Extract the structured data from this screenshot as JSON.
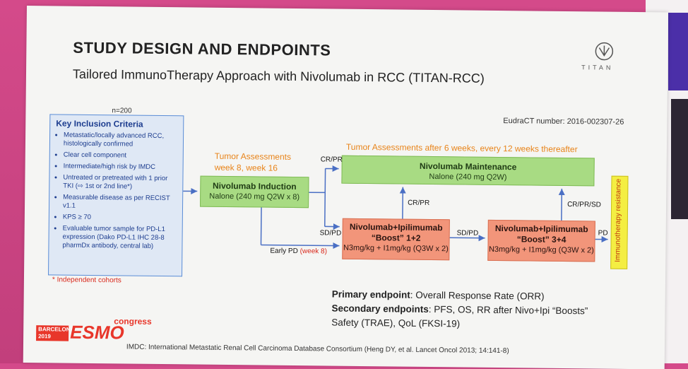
{
  "slide": {
    "title": "STUDY DESIGN AND ENDPOINTS",
    "subtitle": "Tailored ImmunoTherapy Approach with Nivolumab in RCC  (TITAN-RCC)",
    "logo_text": "TITAN",
    "sample_size": "n=200",
    "eudract": "EudraCT number: 2016-002307-26"
  },
  "inclusion": {
    "heading": "Key Inclusion Criteria",
    "items": [
      "Metastatic/locally advanced RCC, histologically confirmed",
      "Clear cell component",
      "Intermediate/high risk by IMDC",
      "Untreated or pretreated with 1 prior TKI (⇨ 1st or 2nd line*)",
      "Measurable disease as per RECIST v1.1",
      "KPS ≥ 70",
      "Evaluable tumor sample for PD-L1 expression (Dako PD-L1 IHC 28-8 pharmDx antibody, central lab)"
    ],
    "footnote": "* Independent cohorts"
  },
  "flow": {
    "assess1_line1": "Tumor Assessments",
    "assess1_line2": "week 8, week 16",
    "assess2": "Tumor Assessments after 6 weeks, every 12 weeks thereafter",
    "induction_title": "Nivolumab Induction",
    "induction_dose": "Nalone (240 mg Q2W x 8)",
    "maint_title": "Nivolumab Maintenance",
    "maint_dose": "Nalone (240 mg Q2W)",
    "boost1_title": "Nivolumab+Ipilimumab",
    "boost1_sub": "“Boost” 1+2",
    "boost1_dose": "N3mg/kg + I1mg/kg (Q3W x 2)",
    "boost2_title": "Nivolumab+Ipilimumab",
    "boost2_sub": "“Boost” 3+4",
    "boost2_dose": "N3mg/kg + I1mg/kg (Q3W x 2)",
    "resistance": "Immunotherapy resistance",
    "label_crpr": "CR/PR",
    "label_sdpd": "SD/PD",
    "label_crpr2": "CR/PR",
    "label_sdpd2": "SD/PD",
    "label_crprsd": "CR/PR/SD",
    "label_pd": "PD",
    "label_early": "Early PD",
    "label_early_week": "(week 8)"
  },
  "endpoints": {
    "primary_label": "Primary endpoint",
    "primary_value": ": Overall Response Rate (ORR)",
    "secondary_label": "Secondary endpoints",
    "secondary_value": ": PFS, OS, RR after Nivo+Ipi “Boosts”",
    "safety": "Safety (TRAE), QoL (FKSI-19)"
  },
  "footer": {
    "city": "BARCELONA",
    "year": "2019",
    "esmo": "ESMO",
    "congress": "congress",
    "imdc": "IMDC: International Metastatic Renal Cell Carcinoma Database Consortium (Heng DY, et al. Lancet Oncol 2013; 14:141-8)"
  },
  "colors": {
    "green_box": "#a8db83",
    "red_box": "#f2957a",
    "blue_box": "#dfe8f5",
    "orange_text": "#e8841a",
    "arrow": "#4a6fc4"
  }
}
